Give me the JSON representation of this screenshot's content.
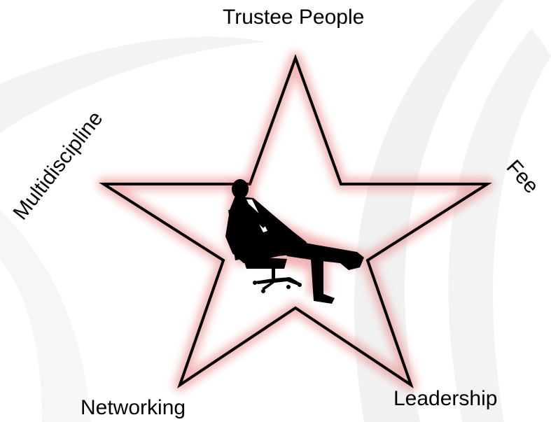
{
  "diagram": {
    "labels": {
      "top": "Trustee People",
      "left": "Multidiscipline",
      "right": "Fee",
      "bottom_left": "Networking",
      "bottom_right": "Leadership"
    },
    "colors": {
      "star_stroke": "#000000",
      "star_glow": "#e88080",
      "background_swoosh": "#f1f1f1",
      "text": "#000000"
    },
    "icons": {
      "center": "businessman-reclining-in-chair-silhouette-icon"
    }
  }
}
